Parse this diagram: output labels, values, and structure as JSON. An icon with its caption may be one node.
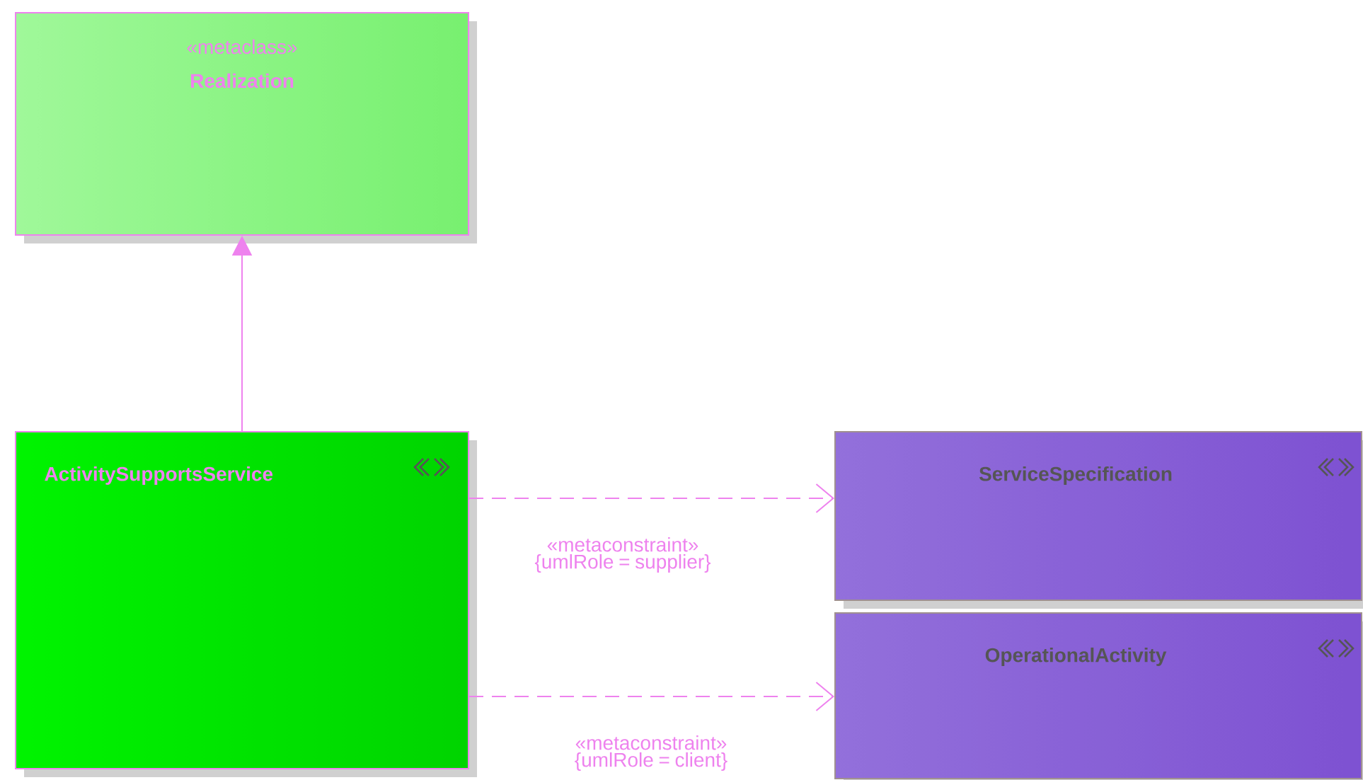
{
  "diagram": {
    "nodes": [
      {
        "text": [
          "«metaclass»",
          "Realization"
        ]
      },
      {
        "text": [
          "ActivitySupportsService"
        ]
      },
      {
        "text": [
          "ServiceSpecification"
        ]
      },
      {
        "text": [
          "OperationalActivity"
        ]
      }
    ],
    "edges": [
      {
        "from": 1,
        "to": 0,
        "arrow": "to"
      },
      {
        "from": 1,
        "to": 2,
        "arrow": "to",
        "style": "dashed",
        "label": "«metaconstraint» {umlRole = supplier}"
      },
      {
        "from": 1,
        "to": 3,
        "arrow": "to",
        "style": "dashed",
        "label": "«metaconstraint» {umlRole = client}"
      }
    ]
  }
}
